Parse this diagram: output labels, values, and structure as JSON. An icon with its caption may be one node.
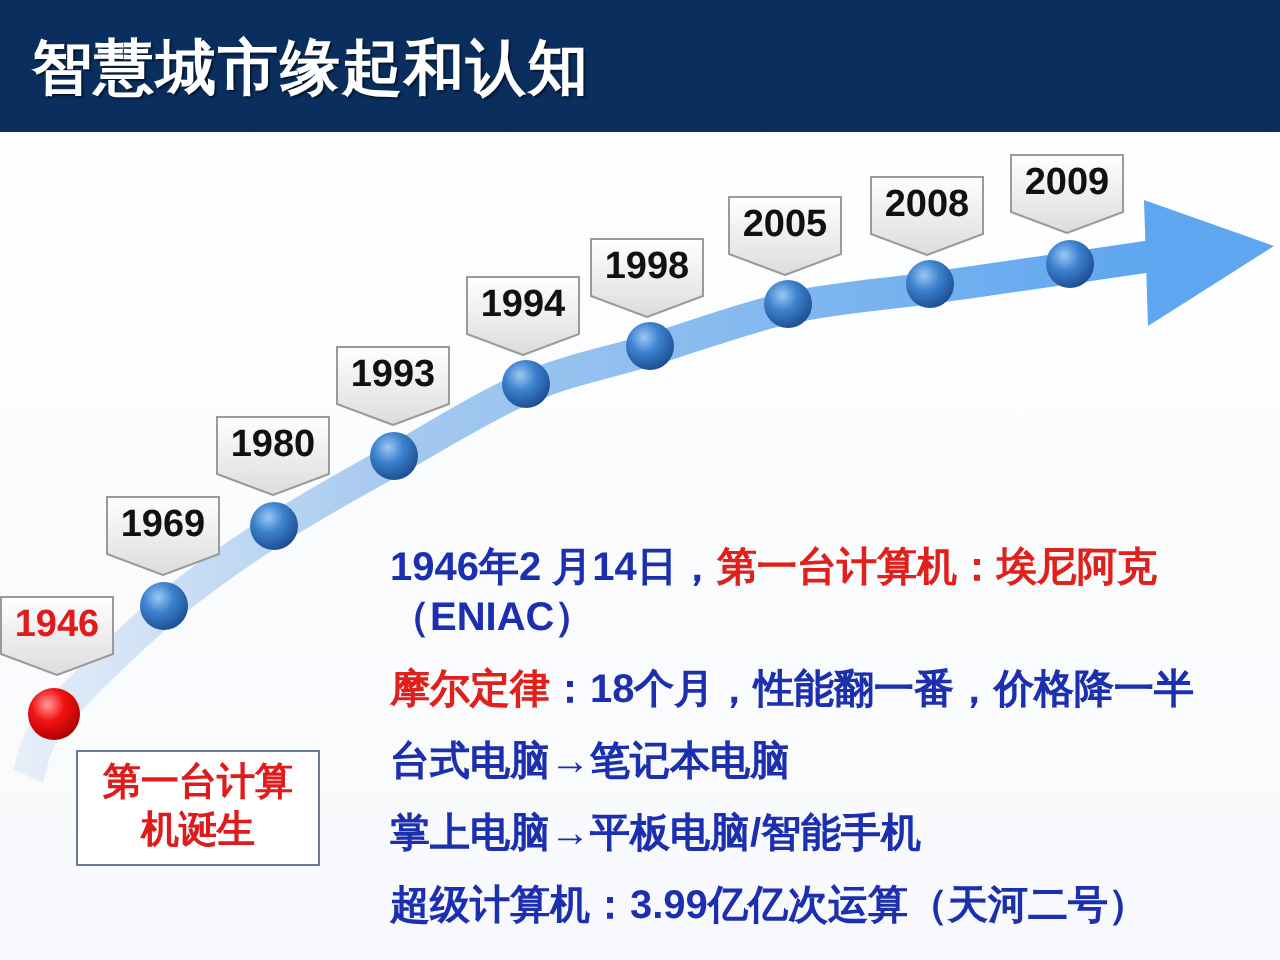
{
  "diagram": {
    "title": "智慧城市缘起和认知",
    "nodes": [
      {
        "text": [
          "1946"
        ]
      },
      {
        "text": [
          "1969"
        ]
      },
      {
        "text": [
          "1980"
        ]
      },
      {
        "text": [
          "1993"
        ]
      },
      {
        "text": [
          "1994"
        ]
      },
      {
        "text": [
          "1998"
        ]
      },
      {
        "text": [
          "2005"
        ]
      },
      {
        "text": [
          "2008"
        ]
      },
      {
        "text": [
          "2009"
        ]
      },
      {
        "text": [
          "第一台计算机诞生"
        ]
      }
    ],
    "labels": [
      "1946年2 月14日，**第一台计算机：埃尼阿克**（ENIAC）",
      "**摩尔定律**：18个月，性能翻一番，价格降一半",
      "台式电脑→笔记本电脑",
      "掌上电脑→平板电脑/智能手机",
      "超级计算机：3.99亿亿次运算（天河二号）"
    ]
  }
}
